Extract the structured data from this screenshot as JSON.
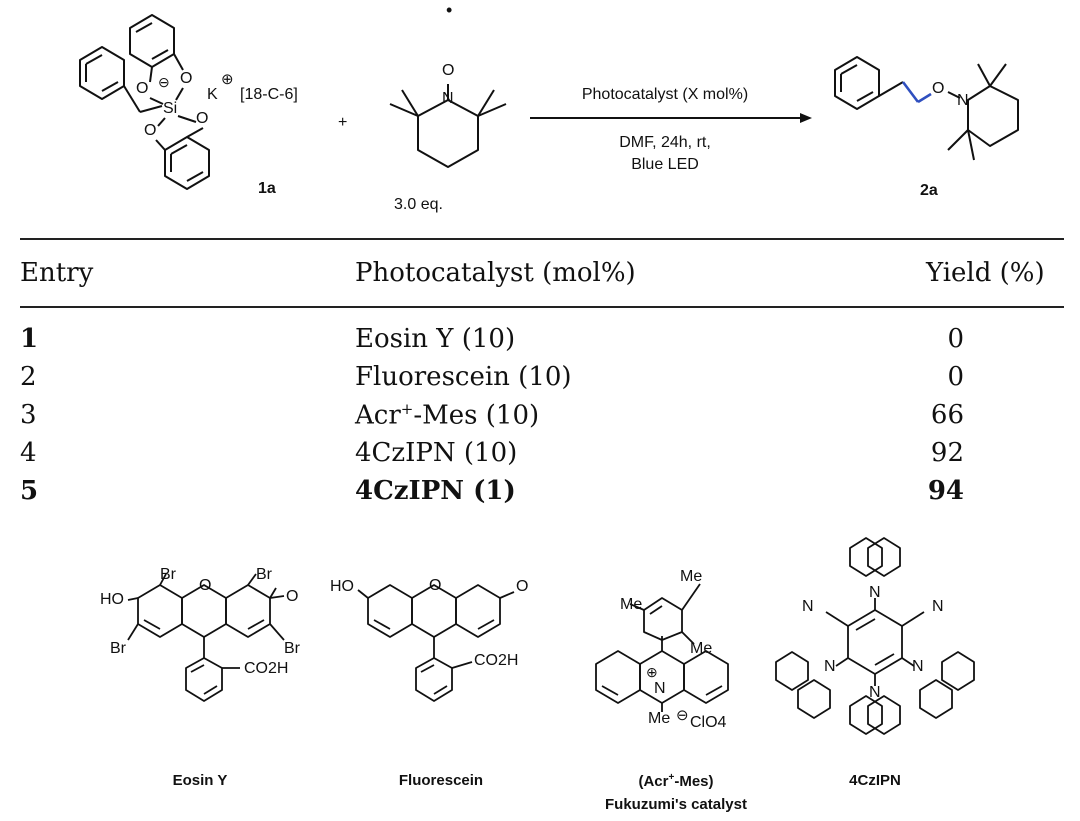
{
  "scheme": {
    "reactant1": {
      "label": "1a",
      "counterion": "K",
      "crown": "[18-C-6]",
      "atoms": {
        "si": "Si",
        "o": "O"
      }
    },
    "plus": "+",
    "reactant2": {
      "equiv": "3.0 eq.",
      "atoms": {
        "n": "N",
        "o": "O"
      }
    },
    "conditions": {
      "catalyst": "Photocatalyst (X mol%)",
      "line1": "DMF, 24h, rt,",
      "line2": "Blue LED"
    },
    "product": {
      "label": "2a",
      "atoms": {
        "o": "O",
        "n": "N"
      }
    }
  },
  "table": {
    "headers": [
      "Entry",
      "Photocatalyst (mol%)",
      "Yield (%)"
    ],
    "rows": [
      {
        "entry": "1",
        "catalyst": "Eosin Y (10)",
        "yield": "0",
        "bold_entry": true,
        "bold_all": false
      },
      {
        "entry": "2",
        "catalyst": "Fluorescein (10)",
        "yield": "0",
        "bold_entry": false,
        "bold_all": false
      },
      {
        "entry": "3",
        "catalyst_base": "Acr",
        "catalyst_sup": "+",
        "catalyst_rest": "-Mes (10)",
        "yield": "66",
        "bold_entry": false,
        "bold_all": false
      },
      {
        "entry": "4",
        "catalyst": "4CzIPN (10)",
        "yield": "92",
        "bold_entry": false,
        "bold_all": false
      },
      {
        "entry": "5",
        "catalyst": "4CzIPN (1)",
        "yield": "94",
        "bold_entry": true,
        "bold_all": true
      }
    ]
  },
  "structures": {
    "eosin": {
      "caption": "Eosin Y",
      "ho": "HO",
      "o": "O",
      "br": "Br",
      "co2h": "CO2H"
    },
    "fluorescein": {
      "caption": "Fluorescein",
      "ho": "HO",
      "o": "O",
      "co2h": "CO2H"
    },
    "acr": {
      "caption_base": "(Acr",
      "caption_sup": "+",
      "caption_rest": "-Mes)",
      "subcaption": "Fukuzumi's catalyst",
      "me": "Me",
      "n": "N",
      "clo4": "ClO4"
    },
    "czipn": {
      "caption": "4CzIPN",
      "n": "N"
    }
  }
}
